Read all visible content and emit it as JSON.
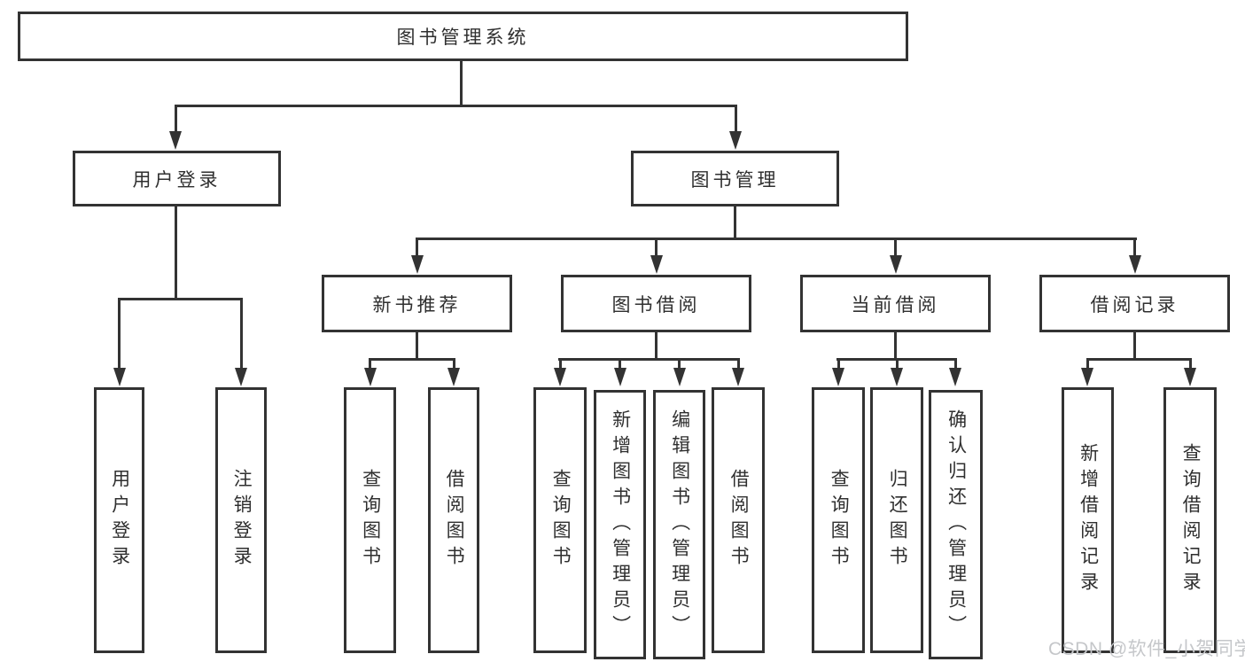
{
  "tree": {
    "root": "图书管理系统",
    "user_branch": "用户登录",
    "mgmt_branch": "图书管理",
    "user_leaves": [
      "用户登录",
      "注销登录"
    ],
    "modules": [
      "新书推荐",
      "图书借阅",
      "当前借阅",
      "借阅记录"
    ],
    "recommend_leaves": [
      "查询图书",
      "借阅图书"
    ],
    "borrow_leaves": [
      "查询图书",
      "新增图书（管理员）",
      "编辑图书（管理员）",
      "借阅图书"
    ],
    "current_leaves": [
      "查询图书",
      "归还图书",
      "确认归还（管理员）"
    ],
    "record_leaves": [
      "新增借阅记录",
      "查询借阅记录"
    ]
  },
  "watermark": "CSDN @软件_小贺同学",
  "colors": {
    "line": "#333333",
    "text": "#2f2f2f",
    "box_fill": "#ffffff",
    "background": "#ffffff",
    "watermark": "#c5c7ca"
  }
}
